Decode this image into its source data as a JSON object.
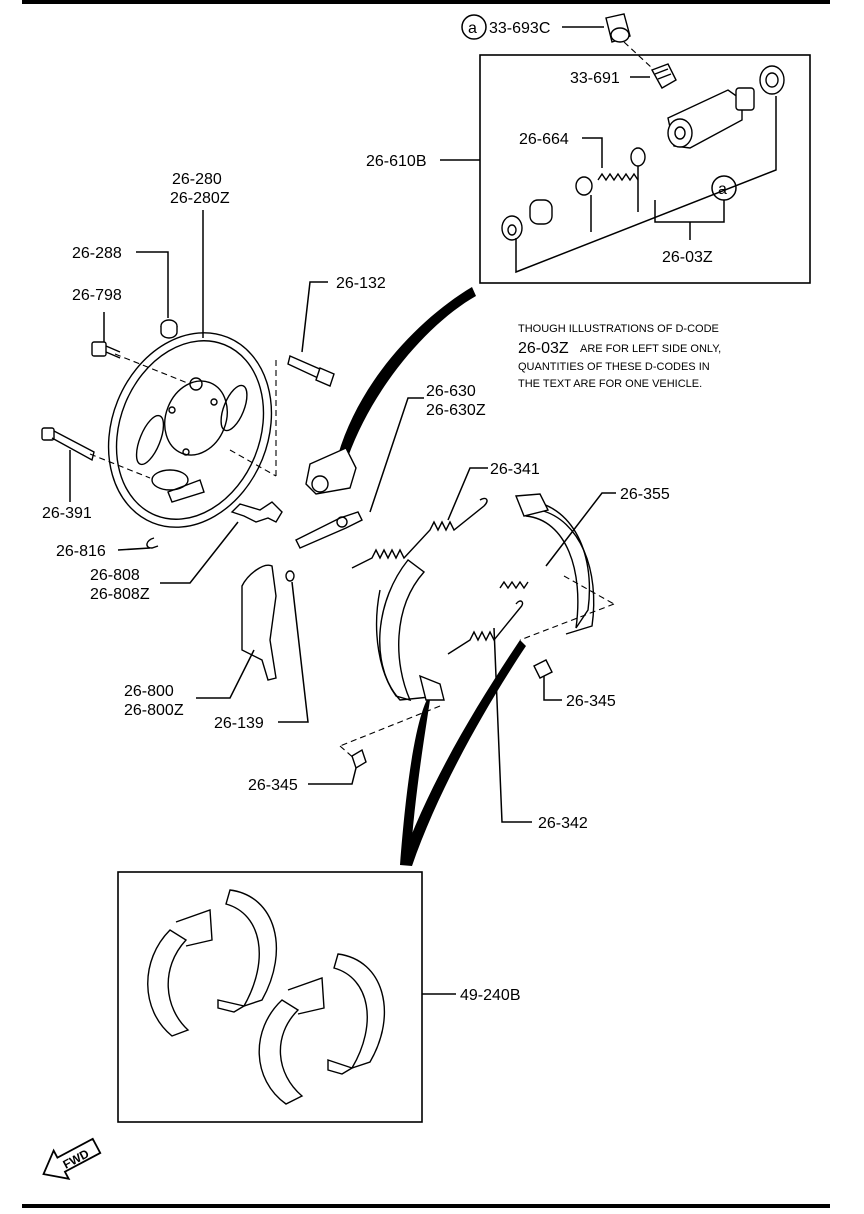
{
  "note": {
    "line1": "THOUGH ILLUSTRATIONS OF D-CODE",
    "line2_code": "26-03Z",
    "line2_rest": "ARE FOR LEFT SIDE ONLY,",
    "line3": "QUANTITIES OF THESE D-CODES IN",
    "line4": "THE TEXT ARE FOR ONE VEHICLE."
  },
  "markers": {
    "a": "a"
  },
  "fwd": "FWD",
  "labels": {
    "p_33_693c": "33-693C",
    "p_33_691": "33-691",
    "p_26_664": "26-664",
    "p_26_610b": "26-610B",
    "p_26_03z": "26-03Z",
    "p_26_280": "26-280",
    "p_26_280z": "26-280Z",
    "p_26_288": "26-288",
    "p_26_798": "26-798",
    "p_26_132": "26-132",
    "p_26_630": "26-630",
    "p_26_630z": "26-630Z",
    "p_26_341": "26-341",
    "p_26_355": "26-355",
    "p_26_391": "26-391",
    "p_26_816": "26-816",
    "p_26_808": "26-808",
    "p_26_808z": "26-808Z",
    "p_26_800": "26-800",
    "p_26_800z": "26-800Z",
    "p_26_139": "26-139",
    "p_26_345a": "26-345",
    "p_26_345b": "26-345",
    "p_26_342": "26-342",
    "p_49_240b": "49-240B"
  }
}
